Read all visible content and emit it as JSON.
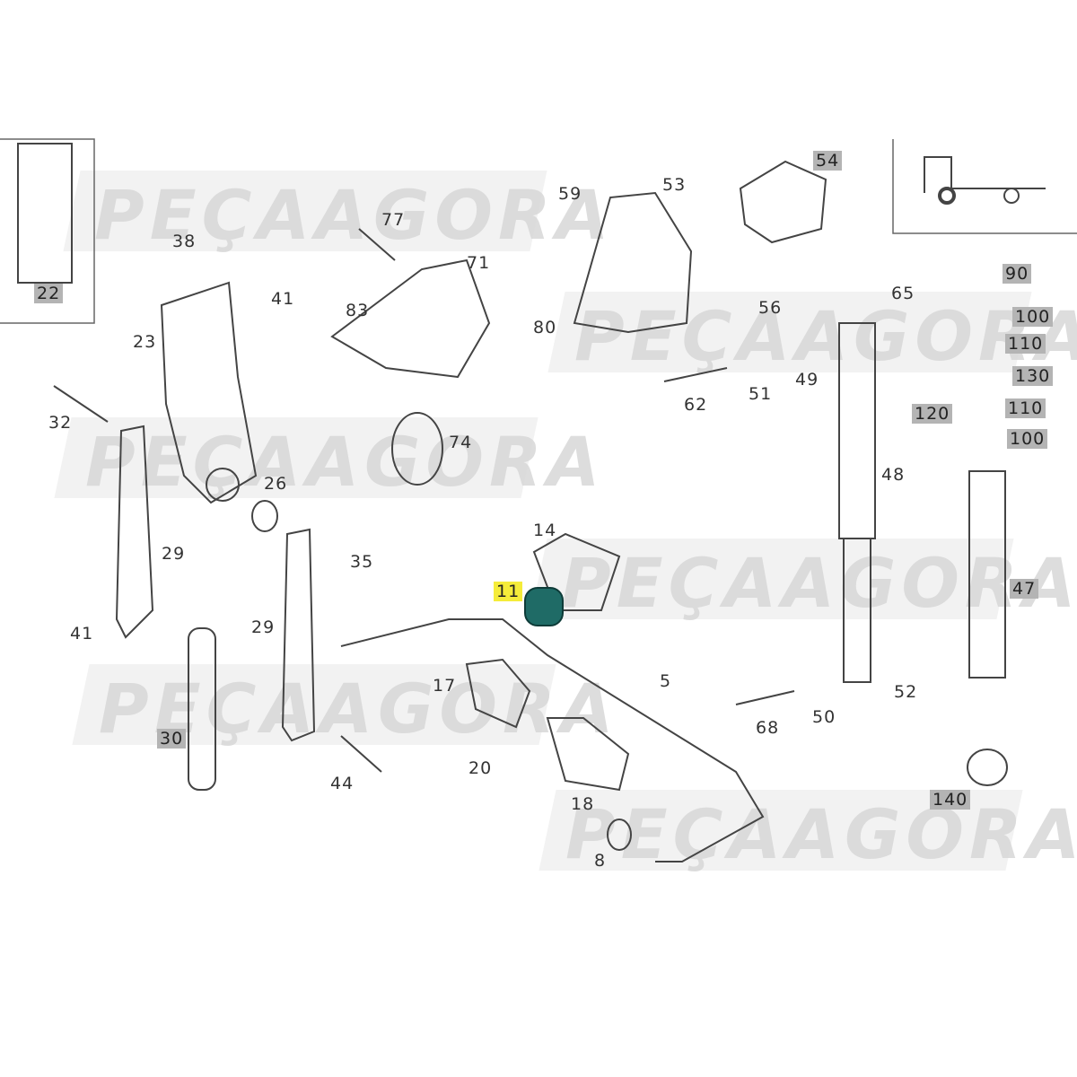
{
  "watermark": "PEÇAAGORA",
  "highlight_color": "#f5ec3a",
  "highlighted_part": "11",
  "part_color": "#1f6b66",
  "labels": [
    "22",
    "38",
    "77",
    "71",
    "59",
    "53",
    "54",
    "41",
    "83",
    "80",
    "56",
    "65",
    "90",
    "100",
    "110",
    "130",
    "110",
    "100",
    "23",
    "32",
    "62",
    "51",
    "49",
    "74",
    "26",
    "48",
    "120",
    "29",
    "35",
    "14",
    "11",
    "47",
    "41",
    "29",
    "17",
    "5",
    "68",
    "50",
    "52",
    "30",
    "20",
    "44",
    "18",
    "8",
    "140"
  ]
}
